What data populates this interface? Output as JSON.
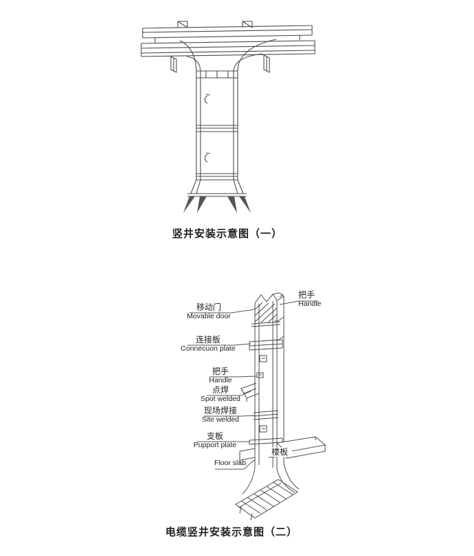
{
  "page": {
    "background": "#ffffff"
  },
  "diagram1": {
    "caption": "竖井安装示意图（一）"
  },
  "diagram2": {
    "caption": "电缆竖井安装示意图（二）",
    "labels": [
      {
        "id": "handle-top",
        "cn": "把手",
        "en": "Handle"
      },
      {
        "id": "movable-door",
        "cn": "移动门",
        "en": "Movable door"
      },
      {
        "id": "connection-plate",
        "cn": "连接板",
        "en": "Connecuon plate"
      },
      {
        "id": "handle",
        "cn": "把手",
        "en": "Handle"
      },
      {
        "id": "spot-welded",
        "cn": "点焊",
        "en": "Spot welded"
      },
      {
        "id": "site-welded",
        "cn": "现场焊接",
        "en": "Site welded"
      },
      {
        "id": "support-plate",
        "cn": "支板",
        "en": "Pupport plate"
      },
      {
        "id": "floor-slab",
        "cn": "楼板",
        "en": "Floor slab"
      }
    ]
  }
}
